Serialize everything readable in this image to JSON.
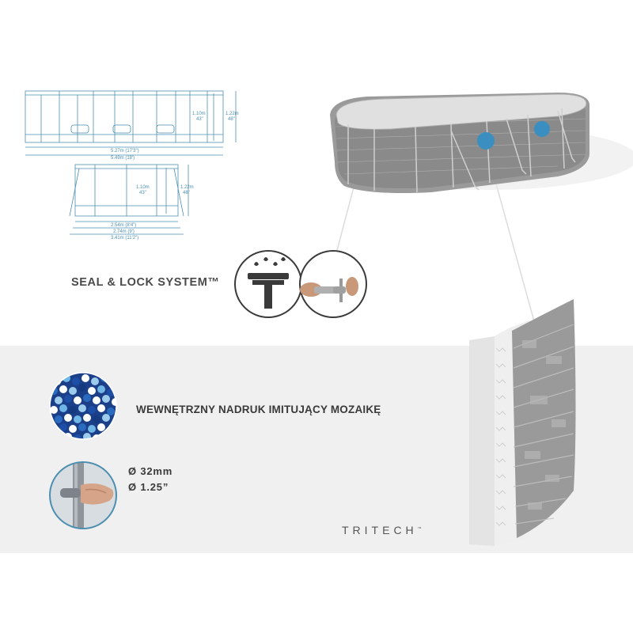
{
  "diagram": {
    "top": {
      "height_inner": "1.10m",
      "height_inner_in": "43\"",
      "height_outer": "1.22m",
      "height_outer_in": "48\"",
      "width_inner": "5.27m (17'3\")",
      "width_outer": "5.49m (18')"
    },
    "side": {
      "height_inner": "1.10m",
      "height_inner_in": "43\"",
      "height_outer": "1.22m",
      "height_outer_in": "48\"",
      "width_1": "2.54m (8'4\")",
      "width_2": "2.74m (9')",
      "width_3": "3.41m (11'2\")"
    }
  },
  "seal_label": "SEAL & LOCK SYSTEM™",
  "mosaic_label": "WEWNĘTRZNY NADRUK IMITUJĄCY MOZAIKĘ",
  "diameter_mm": "Ø 32mm",
  "diameter_in": "Ø 1.25”",
  "tritech": {
    "text": "TRITECH",
    "tm": "™"
  },
  "colors": {
    "band": "#f0f0f0",
    "diagram": "#4d8fb0",
    "text": "#3a3a3a",
    "pool_wall": "#8d8d8d",
    "port": "#3b8fc0"
  },
  "icons": [
    "pool-diagram",
    "above-ground-pool",
    "seal-lock-icon",
    "pipe-hand-icon",
    "mosaic-icon",
    "pipe-grip-icon",
    "tritech-wall-icon"
  ]
}
